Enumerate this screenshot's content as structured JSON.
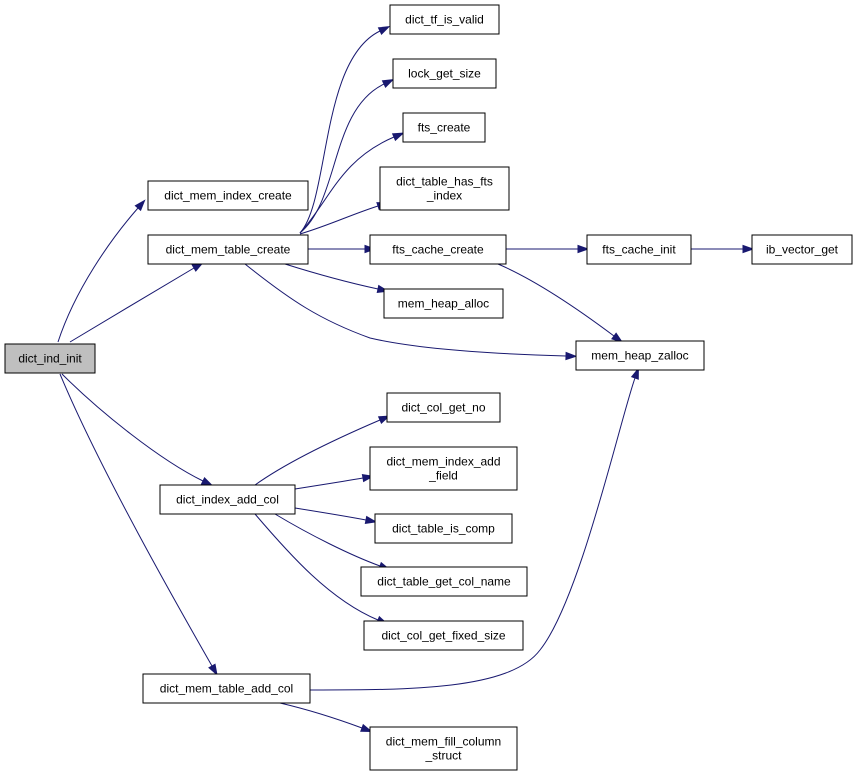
{
  "colors": {
    "edge": "#191970",
    "node_border": "#000000",
    "node_fill": "#ffffff",
    "root_fill": "#bfbfbf"
  },
  "nodes": {
    "dict_ind_init": [
      "dict_ind_init"
    ],
    "dict_mem_index_create": [
      "dict_mem_index_create"
    ],
    "dict_mem_table_create": [
      "dict_mem_table_create"
    ],
    "dict_index_add_col": [
      "dict_index_add_col"
    ],
    "dict_mem_table_add_col": [
      "dict_mem_table_add_col"
    ],
    "dict_tf_is_valid": [
      "dict_tf_is_valid"
    ],
    "lock_get_size": [
      "lock_get_size"
    ],
    "fts_create": [
      "fts_create"
    ],
    "dict_table_has_fts_index": [
      "dict_table_has_fts",
      "_index"
    ],
    "fts_cache_create": [
      "fts_cache_create"
    ],
    "mem_heap_alloc": [
      "mem_heap_alloc"
    ],
    "fts_cache_init": [
      "fts_cache_init"
    ],
    "ib_vector_get": [
      "ib_vector_get"
    ],
    "mem_heap_zalloc": [
      "mem_heap_zalloc"
    ],
    "dict_col_get_no": [
      "dict_col_get_no"
    ],
    "dict_mem_index_add_field": [
      "dict_mem_index_add",
      "_field"
    ],
    "dict_table_is_comp": [
      "dict_table_is_comp"
    ],
    "dict_table_get_col_name": [
      "dict_table_get_col_name"
    ],
    "dict_col_get_fixed_size": [
      "dict_col_get_fixed_size"
    ],
    "dict_mem_fill_column_struct": [
      "dict_mem_fill_column",
      "_struct"
    ]
  },
  "edges": [
    [
      "dict_ind_init",
      "dict_mem_index_create"
    ],
    [
      "dict_ind_init",
      "dict_mem_table_create"
    ],
    [
      "dict_ind_init",
      "dict_index_add_col"
    ],
    [
      "dict_ind_init",
      "dict_mem_table_add_col"
    ],
    [
      "dict_mem_table_create",
      "dict_tf_is_valid"
    ],
    [
      "dict_mem_table_create",
      "lock_get_size"
    ],
    [
      "dict_mem_table_create",
      "fts_create"
    ],
    [
      "dict_mem_table_create",
      "dict_table_has_fts_index"
    ],
    [
      "dict_mem_table_create",
      "fts_cache_create"
    ],
    [
      "dict_mem_table_create",
      "mem_heap_alloc"
    ],
    [
      "dict_mem_table_create",
      "mem_heap_zalloc"
    ],
    [
      "fts_cache_create",
      "fts_cache_init"
    ],
    [
      "fts_cache_create",
      "mem_heap_zalloc"
    ],
    [
      "fts_cache_init",
      "ib_vector_get"
    ],
    [
      "dict_index_add_col",
      "dict_col_get_no"
    ],
    [
      "dict_index_add_col",
      "dict_mem_index_add_field"
    ],
    [
      "dict_index_add_col",
      "dict_table_is_comp"
    ],
    [
      "dict_index_add_col",
      "dict_table_get_col_name"
    ],
    [
      "dict_index_add_col",
      "dict_col_get_fixed_size"
    ],
    [
      "dict_mem_table_add_col",
      "mem_heap_zalloc"
    ],
    [
      "dict_mem_table_add_col",
      "dict_mem_fill_column_struct"
    ]
  ]
}
